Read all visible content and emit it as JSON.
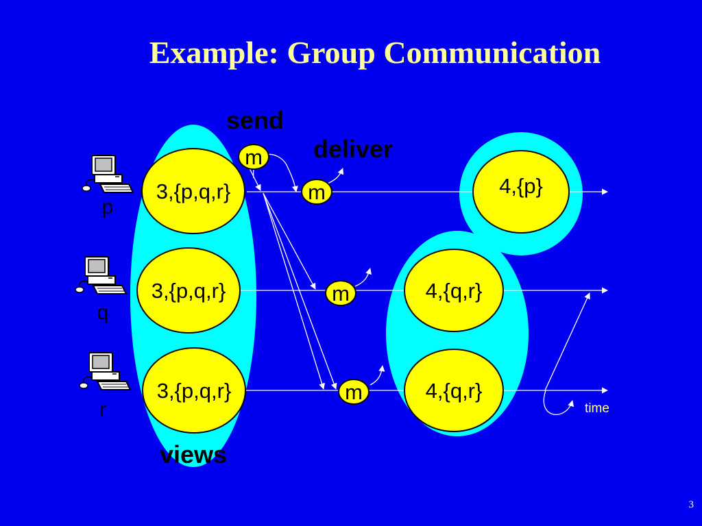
{
  "slide": {
    "title": "Example: Group Communication",
    "page_number": "3"
  },
  "labels": {
    "send": "send",
    "deliver": "deliver",
    "views": "views",
    "time": "time"
  },
  "processes": [
    {
      "name": "p",
      "icon": "computer-icon"
    },
    {
      "name": "q",
      "icon": "computer-icon"
    },
    {
      "name": "r",
      "icon": "computer-icon"
    }
  ],
  "views": {
    "initial": [
      "3,{p,q,r}",
      "3,{p,q,r}",
      "3,{p,q,r}"
    ],
    "new_p": "4,{p}",
    "new_q": "4,{q,r}",
    "new_r": "4,{q,r}"
  },
  "message": "m",
  "colors": {
    "background": "#0000f0",
    "title": "#ffff99",
    "view_group": "#00ffff",
    "view_node": "#ffff00",
    "line": "#ffffff"
  }
}
